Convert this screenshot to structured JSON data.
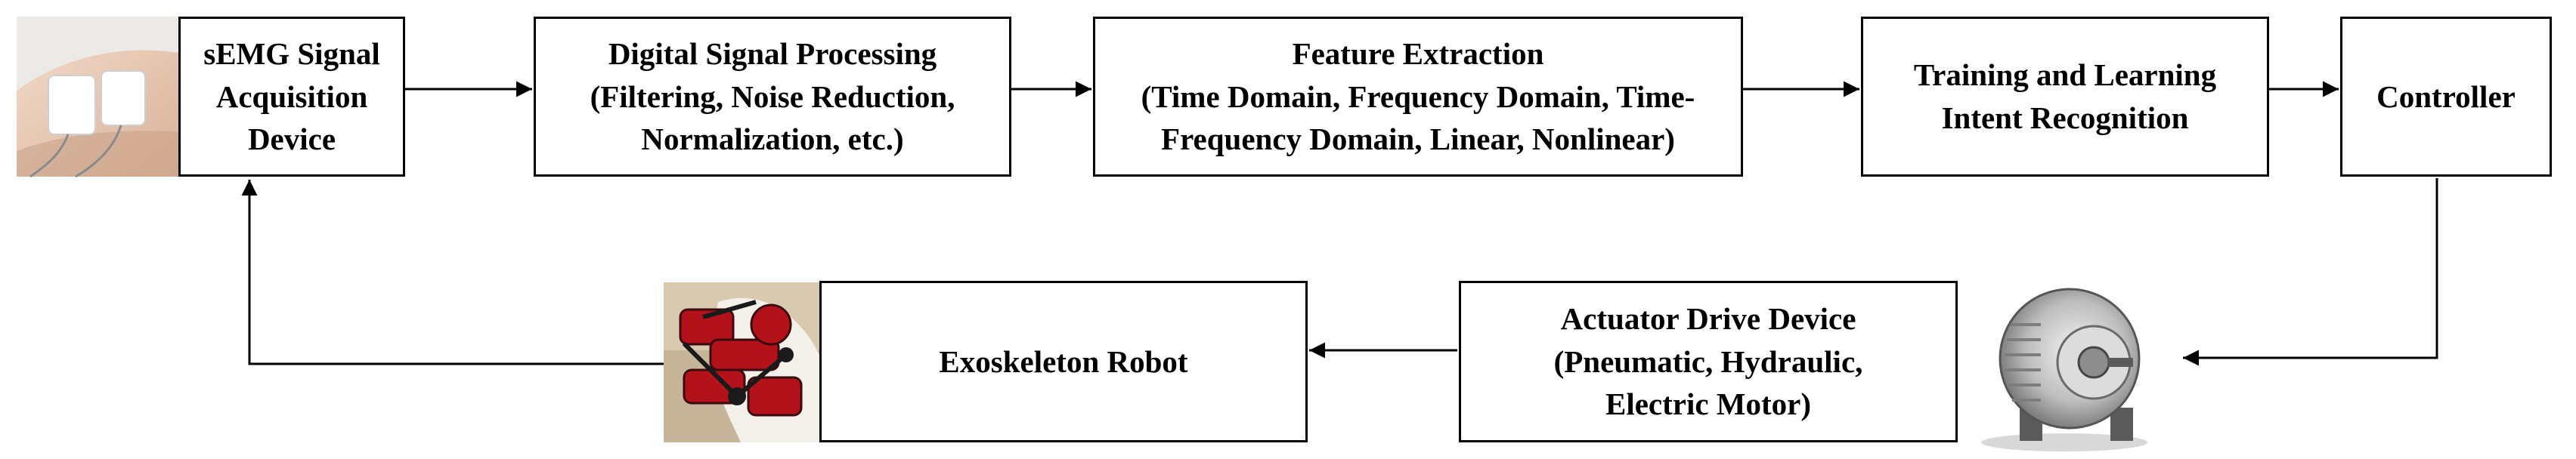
{
  "colors": {
    "line": "#000000",
    "box_border": "#000000",
    "box_fill": "#ffffff",
    "text": "#000000",
    "exo_red": "#b3121b",
    "skin": "#e9c9b2"
  },
  "nodes": {
    "semg": {
      "lines": [
        "sEMG Signal",
        "Acquisition",
        "Device"
      ]
    },
    "dsp": {
      "lines": [
        "Digital Signal Processing",
        "(Filtering, Noise Reduction,",
        "Normalization, etc.)"
      ]
    },
    "feature": {
      "lines": [
        "Feature Extraction",
        "(Time Domain, Frequency Domain, Time-",
        "Frequency Domain, Linear, Nonlinear)"
      ]
    },
    "training": {
      "lines": [
        "Training and Learning",
        "Intent Recognition"
      ]
    },
    "controller": {
      "lines": [
        "Controller"
      ]
    },
    "actuator": {
      "lines": [
        "Actuator Drive Device",
        "(Pneumatic, Hydraulic,",
        "Electric Motor)"
      ]
    },
    "exo": {
      "lines": [
        "Exoskeleton Robot"
      ]
    }
  },
  "images": {
    "electrode": "electrode-on-arm-photo",
    "motor": "electric-motor-photo",
    "exoskeleton": "exoskeleton-robot-photo"
  }
}
